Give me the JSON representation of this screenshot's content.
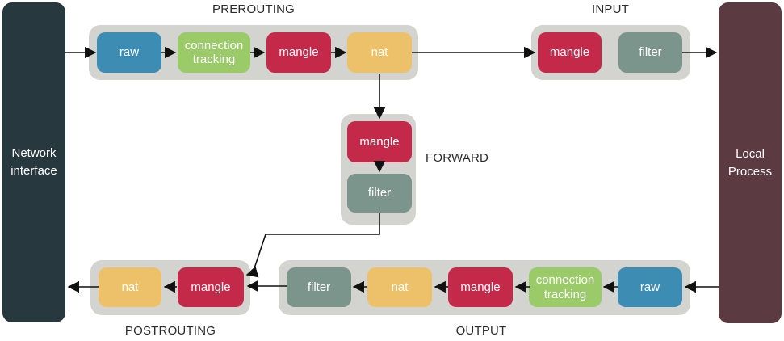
{
  "nodes": {
    "network_interface": {
      "label": "Network\ninterface"
    },
    "local_process": {
      "label": "Local\nProcess"
    }
  },
  "chains": [
    {
      "id": "prerouting",
      "label": "PREROUTING",
      "boxes": [
        {
          "type": "raw",
          "label": "raw"
        },
        {
          "type": "conntrack",
          "label": "connection tracking"
        },
        {
          "type": "mangle",
          "label": "mangle"
        },
        {
          "type": "nat",
          "label": "nat"
        }
      ]
    },
    {
      "id": "input",
      "label": "INPUT",
      "boxes": [
        {
          "type": "mangle",
          "label": "mangle"
        },
        {
          "type": "filter",
          "label": "filter"
        }
      ]
    },
    {
      "id": "forward",
      "label": "FORWARD",
      "boxes": [
        {
          "type": "mangle",
          "label": "mangle"
        },
        {
          "type": "filter",
          "label": "filter"
        }
      ]
    },
    {
      "id": "output",
      "label": "OUTPUT",
      "boxes": [
        {
          "type": "filter",
          "label": "filter"
        },
        {
          "type": "nat",
          "label": "nat"
        },
        {
          "type": "mangle",
          "label": "mangle"
        },
        {
          "type": "conntrack",
          "label": "connection tracking"
        },
        {
          "type": "raw",
          "label": "raw"
        }
      ]
    },
    {
      "id": "postrouting",
      "label": "POSTROUTING",
      "boxes": [
        {
          "type": "nat",
          "label": "nat"
        },
        {
          "type": "mangle",
          "label": "mangle"
        }
      ]
    }
  ],
  "colors": {
    "raw": "#3d8cb4",
    "conntrack": "#9bcb69",
    "mangle": "#c5294a",
    "nat": "#ecc169",
    "filter": "#7b948c",
    "group_bg": "#d3d4d0",
    "network_interface_bg": "#28383f",
    "local_process_bg": "#5b3a41",
    "arrow": "#111111",
    "label_text": "#2b2b2b",
    "box_text": "#ffffff"
  }
}
